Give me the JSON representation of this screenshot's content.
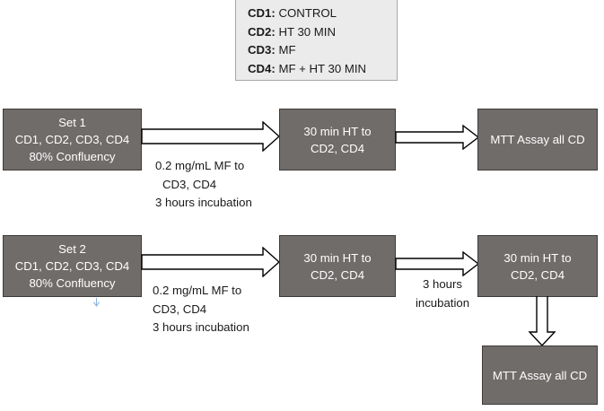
{
  "legend": {
    "name": "cd-legend",
    "items": [
      {
        "key": "CD1:",
        "value": "CONTROL"
      },
      {
        "key": "CD2:",
        "value": "HT 30 MIN"
      },
      {
        "key": "CD3:",
        "value": "MF"
      },
      {
        "key": "CD4:",
        "value": "MF + HT 30 MIN"
      }
    ]
  },
  "colors": {
    "box_fill": "#706c6a",
    "box_border": "#3f3b39",
    "box_text": "#ffffff",
    "legend_fill": "#ebebeb",
    "legend_border": "#a6a6a6",
    "label_text": "#1a1a1a",
    "arrow_stroke": "#000000",
    "arrow_fill": "#ffffff",
    "caret": "#8eb4e3"
  },
  "row1": {
    "start_box": {
      "line1": "Set 1",
      "line2": "CD1, CD2, CD3, CD4",
      "line3": "80% Confluency"
    },
    "arrow1_label": {
      "line1": "0.2 mg/mL MF to",
      "line2": "CD3, CD4",
      "line3": "3 hours incubation"
    },
    "ht_box": {
      "line1": "30 min HT to",
      "line2": "CD2, CD4"
    },
    "assay_box": {
      "line1": "MTT Assay all CD"
    }
  },
  "row2": {
    "start_box": {
      "line1": "Set 2",
      "line2": "CD1, CD2, CD3, CD4",
      "line3": "80% Confluency"
    },
    "arrow1_label": {
      "line1": "0.2 mg/mL MF to",
      "line2": "CD3, CD4",
      "line3": "3 hours incubation"
    },
    "ht_box_1": {
      "line1": "30 min HT to",
      "line2": "CD2, CD4"
    },
    "arrow2_label": {
      "line1": "3 hours",
      "line2": "incubation"
    },
    "ht_box_2": {
      "line1": "30 min HT to",
      "line2": "CD2, CD4"
    },
    "assay_box": {
      "line1": "MTT Assay all CD"
    }
  }
}
